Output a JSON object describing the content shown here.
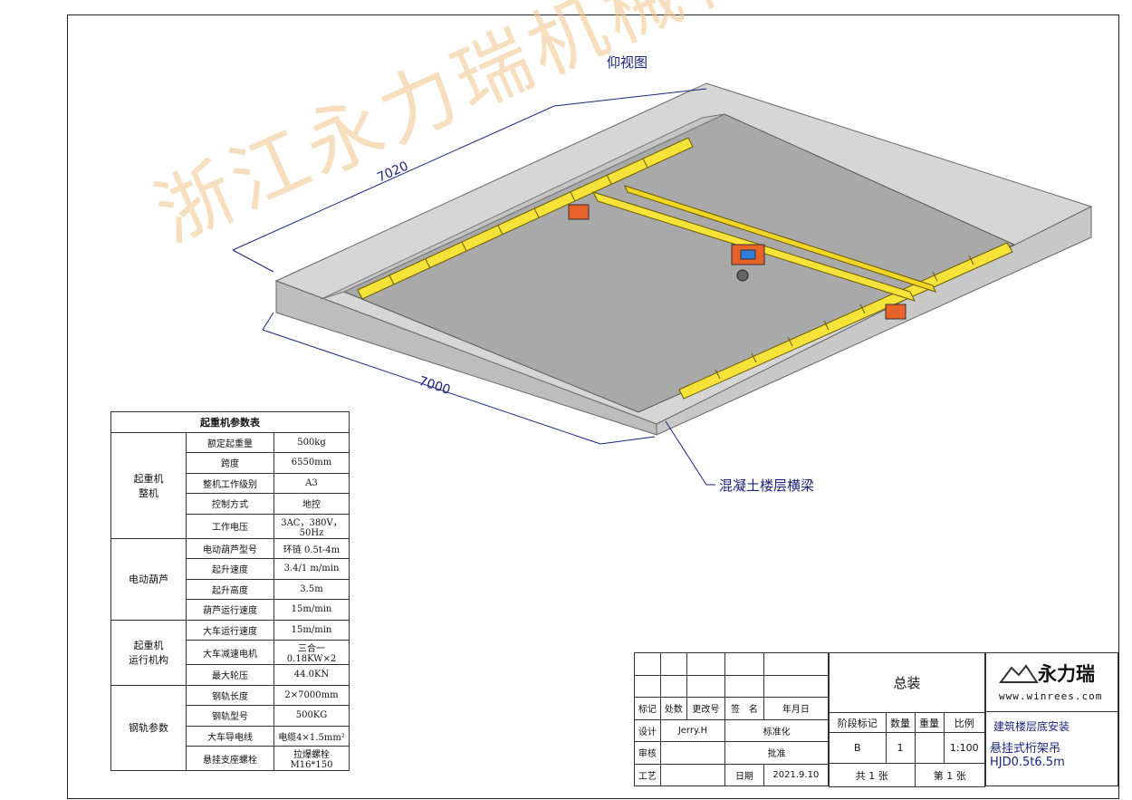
{
  "drawing": {
    "view_title": "仰视图",
    "dim_width": "7020",
    "dim_length": "7000",
    "callout": "混凝土楼层横梁",
    "watermark": "浙江永力瑞机械科技"
  },
  "params_table": {
    "title": "起重机参数表",
    "groups": [
      {
        "name": "起重机\n整机",
        "rows": [
          [
            "额定起重量",
            "500kg"
          ],
          [
            "跨度",
            "6550mm"
          ],
          [
            "整机工作级别",
            "A3"
          ],
          [
            "控制方式",
            "地控"
          ],
          [
            "工作电压",
            "3AC，380V，50Hz"
          ]
        ]
      },
      {
        "name": "电动葫芦",
        "rows": [
          [
            "电动葫芦型号",
            "环链 0.5t-4m"
          ],
          [
            "起升速度",
            "3.4/1 m/min"
          ],
          [
            "起升高度",
            "3.5m"
          ],
          [
            "葫芦运行速度",
            "15m/min"
          ]
        ]
      },
      {
        "name": "起重机\n运行机构",
        "rows": [
          [
            "大车运行速度",
            "15m/min"
          ],
          [
            "大车减速电机",
            "三合一0.18KW×2"
          ],
          [
            "最大轮压",
            "44.0KN"
          ]
        ]
      },
      {
        "name": "钢轨参数",
        "rows": [
          [
            "钢轨长度",
            "2×7000mm"
          ],
          [
            "钢轨型号",
            "500KG"
          ],
          [
            "大车导电线",
            "电缆4×1.5mm²"
          ],
          [
            "悬挂支座螺栓",
            "拉爆螺栓M16*150"
          ]
        ]
      }
    ]
  },
  "title_block": {
    "labels": {
      "biaoji": "标记",
      "chushu": "处数",
      "gaiwenhao": "更改号",
      "qianming": "签　名",
      "nianyueri": "年月日",
      "sheji": "设计",
      "biaozhunhua": "标准化",
      "shenhe": "审核",
      "pizhun": "批准",
      "gongyi": "工艺",
      "riqi": "日期",
      "jieduan": "阶段标记",
      "shuliang": "数量",
      "zhongliang": "重量",
      "bili": "比例"
    },
    "designer": "Jerry.H",
    "date": "2021.9.10",
    "drawing_name": "总装",
    "stage": "B",
    "quantity": "1",
    "scale": "1:100",
    "sheets_total": "共 1 张",
    "sheet_no": "第 1 张",
    "company": "永力瑞",
    "website": "www.winrees.com",
    "project_line1": "建筑楼层底安装",
    "project_line2": "悬挂式桁架吊HJD0.5t6.5m"
  }
}
